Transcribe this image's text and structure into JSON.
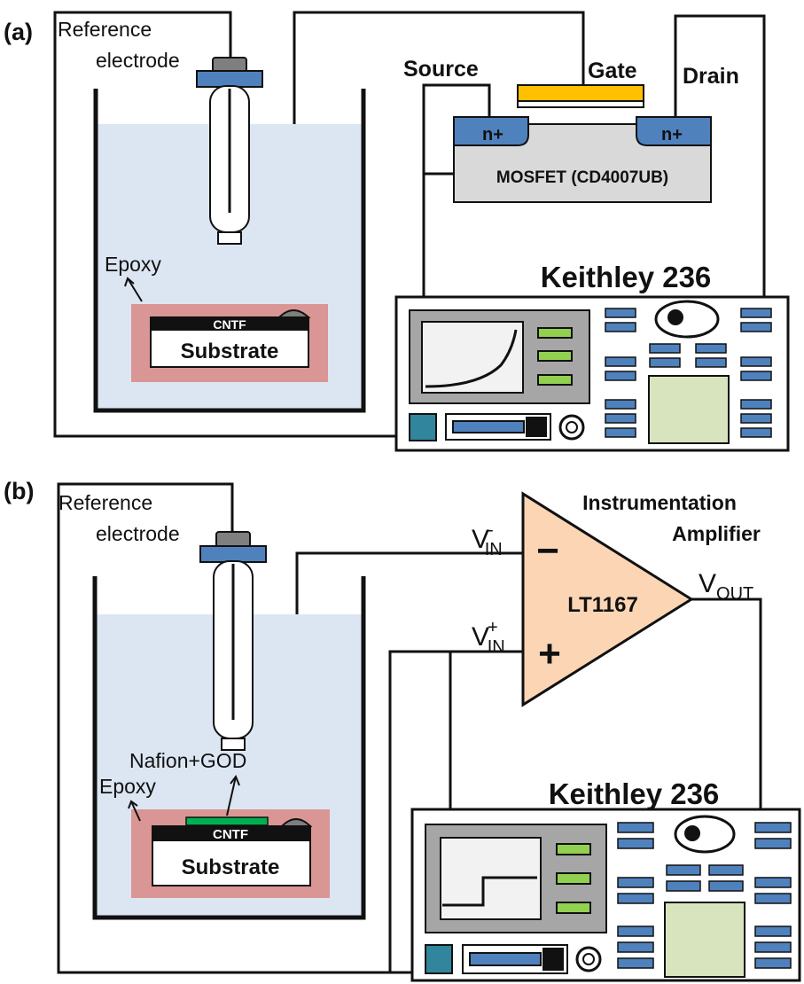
{
  "panel_a": {
    "tag": "(a)",
    "ref_electrode": [
      "Reference",
      "electrode"
    ],
    "epoxy": "Epoxy",
    "cntf": "CNTF",
    "substrate": "Substrate",
    "source": "Source",
    "gate": "Gate",
    "drain": "Drain",
    "n_plus": "n+",
    "mosfet": "MOSFET (CD4007UB)",
    "instrument": "Keithley 236"
  },
  "panel_b": {
    "tag": "(b)",
    "ref_electrode": [
      "Reference",
      "electrode"
    ],
    "epoxy": "Epoxy",
    "nafion": "Nafion+GOD",
    "cntf": "CNTF",
    "substrate": "Substrate",
    "amp_title": [
      "Instrumentation",
      "Amplifier"
    ],
    "amp_model": "LT1167",
    "minus": "−",
    "plus": "+",
    "vin_minus": {
      "base": "V",
      "sup": "-",
      "sub": "IN"
    },
    "vin_plus": {
      "base": "V",
      "sup": "+",
      "sub": "IN"
    },
    "vout": {
      "base": "V",
      "sub": "OUT"
    },
    "instrument": "Keithley 236"
  },
  "colors": {
    "solution": "#dce6f2",
    "epoxy": "#d99694",
    "electrode_cap": "#4f81bd",
    "gate": "#ffc000",
    "mosfet_body": "#d9d9d9",
    "keithley_screen": "#a6a6a6",
    "keithley_button": "#4f81bd",
    "keithley_green": "#92d050",
    "keithley_pad": "#d7e4bd",
    "amplifier": "#fcd5b5",
    "nafion_film": "#00b050",
    "power_button": "#31859c"
  }
}
